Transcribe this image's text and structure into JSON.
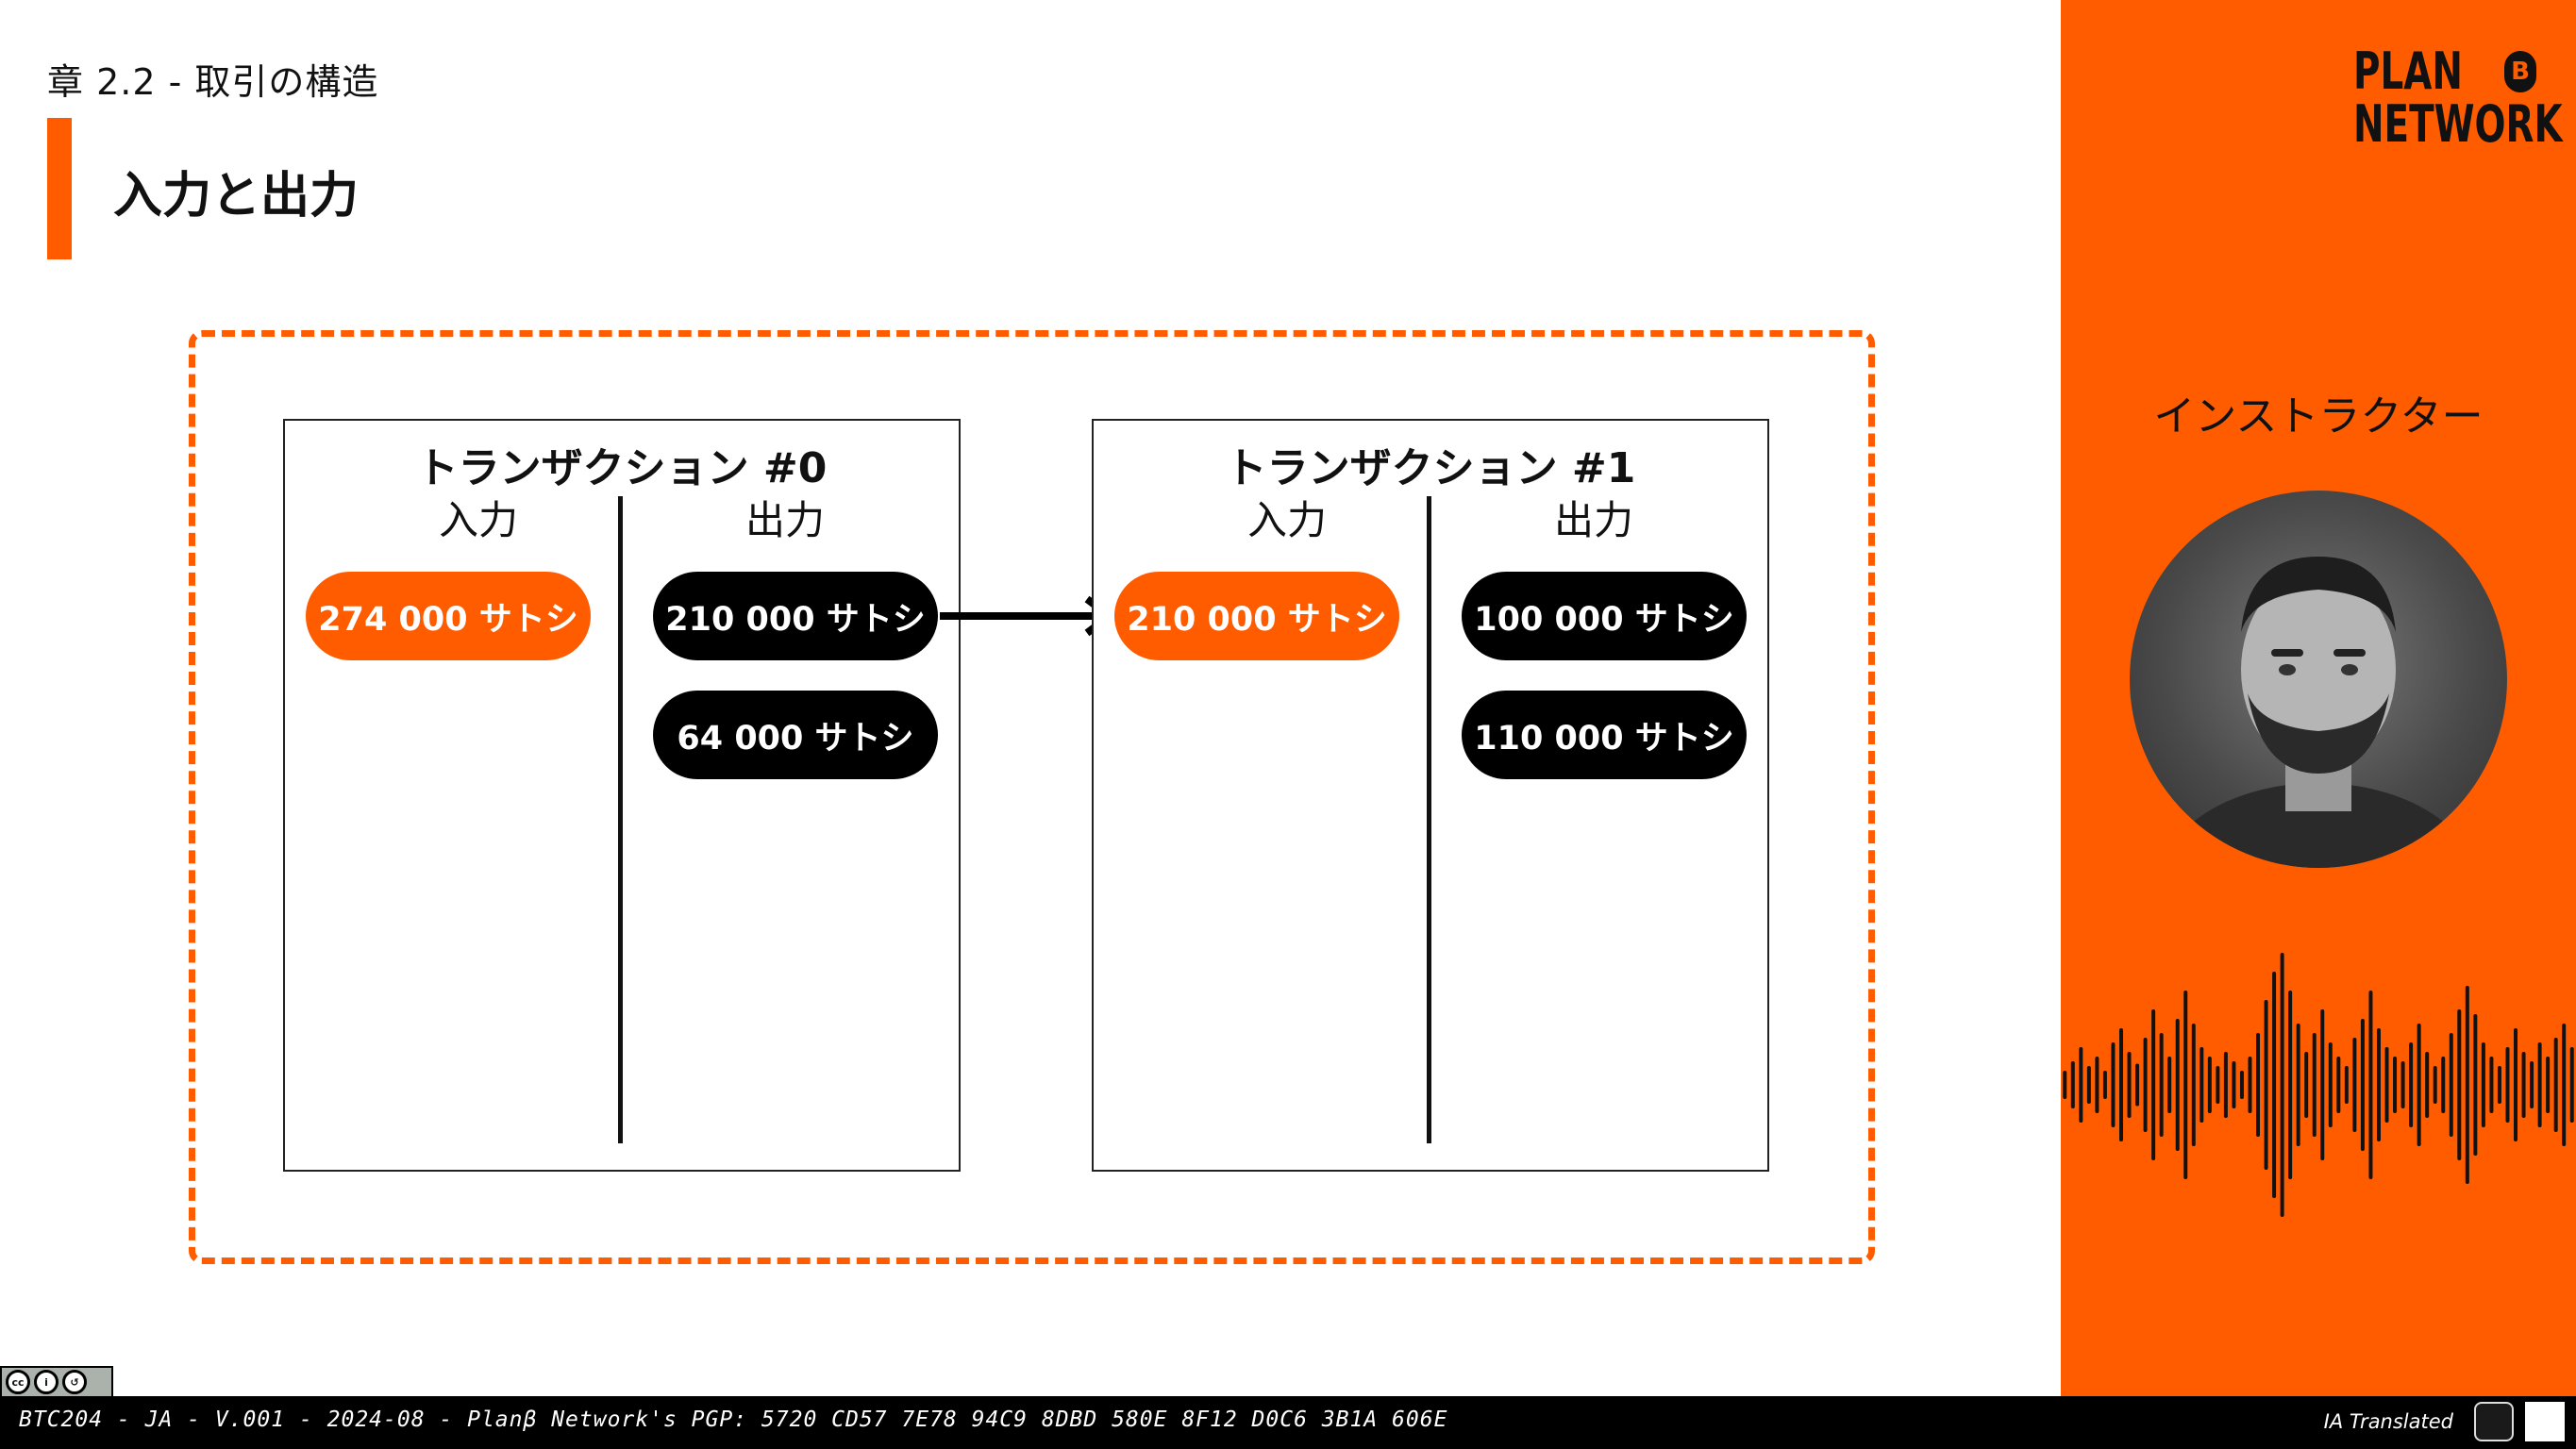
{
  "header": {
    "chapter": "章 2.2 - 取引の構造",
    "title": "入力と出力"
  },
  "diagram": {
    "transactions": [
      {
        "title": "トランザクション #0",
        "inputs_label": "入力",
        "outputs_label": "出力",
        "inputs": [
          "274 000 サトシ"
        ],
        "outputs": [
          "210 000 サトシ",
          "64 000 サトシ"
        ]
      },
      {
        "title": "トランザクション #1",
        "inputs_label": "入力",
        "outputs_label": "出力",
        "inputs": [
          "210 000 サトシ"
        ],
        "outputs": [
          "100 000 サトシ",
          "110 000 サトシ"
        ]
      }
    ],
    "colors": {
      "accent": "#ff5c00",
      "output_pill": "#000000",
      "text": "#111111"
    }
  },
  "sidebar": {
    "logo_line1": "PLAN",
    "logo_badge": "B",
    "logo_line2": "NETWORK",
    "instructor_label": "インストラクター"
  },
  "footer": {
    "meta": "BTC204 - JA - V.001 - 2024-08 - Planβ Network's PGP: 5720 CD57 7E78 94C9 8DBD 580E 8F12 D0C6 3B1A 606E",
    "translated": "IA Translated",
    "license": "CC BY SA"
  }
}
